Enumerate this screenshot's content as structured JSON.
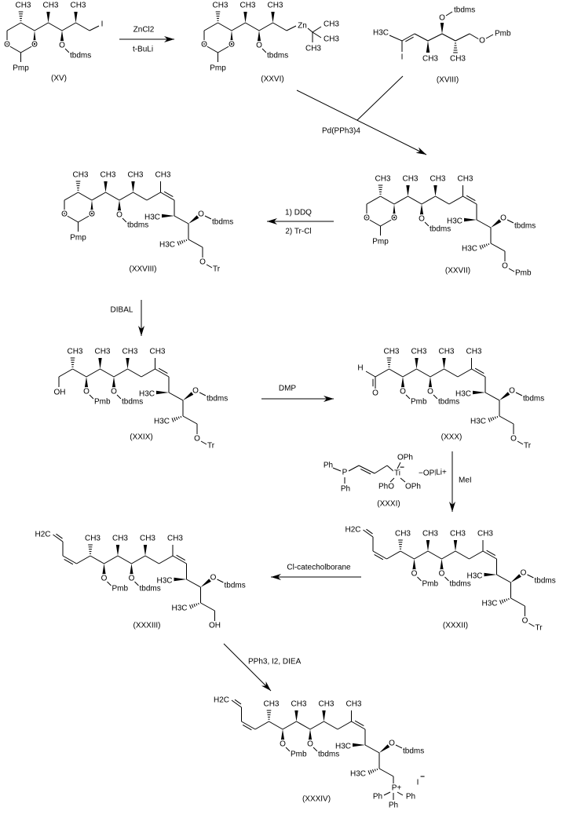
{
  "compounds": {
    "XV": {
      "id": "(XV)",
      "ring": {
        "methyl": "CH3",
        "oxygen": "O",
        "acetal": "Pmp"
      },
      "methyl": "CH3",
      "oxygen": "O",
      "o_subs": [
        "tbdms"
      ],
      "end": "I"
    },
    "XXVI": {
      "id": "(XXVI)",
      "ring": {
        "methyl": "CH3",
        "oxygen": "O",
        "acetal": "Pmp"
      },
      "methyl": "CH3",
      "oxygen": "O",
      "o_subs": [
        "tbdms"
      ],
      "metal": "Zn",
      "tbu_methyl": "CH3"
    },
    "XVIII": {
      "id": "(XVIII)",
      "vinyl_methyl": "H3C",
      "iodide": "I",
      "methyl": "CH3",
      "oxygen": "O",
      "tbs": "tbdms",
      "ether": "Pmb"
    },
    "XXVII": {
      "id": "(XXVII)",
      "ring": {
        "methyl": "CH3",
        "oxygen": "O",
        "acetal": "Pmp"
      },
      "methyl": "CH3",
      "oxygen": "O",
      "o_subs": [
        "tbdms"
      ],
      "side_methyl": "H3C",
      "tbs": "tbdms",
      "tail": [
        "O",
        "Pmb"
      ]
    },
    "XXVIII": {
      "id": "(XXVIII)",
      "ring": {
        "methyl": "CH3",
        "oxygen": "O",
        "acetal": "Pmp"
      },
      "methyl": "CH3",
      "oxygen": "O",
      "o_subs": [
        "tbdms"
      ],
      "side_methyl": "H3C",
      "tbs": "tbdms",
      "tail": [
        "O",
        "Tr"
      ]
    },
    "XXIX": {
      "id": "(XXIX)",
      "head": "OH",
      "methyl": "CH3",
      "oxygen": "O",
      "o_subs": [
        "Pmb",
        "tbdms"
      ],
      "side_methyl": "H3C",
      "tbs": "tbdms",
      "tail": [
        "O",
        "Tr"
      ]
    },
    "XXX": {
      "id": "(XXX)",
      "head_h": "H",
      "head_o": "O",
      "methyl": "CH3",
      "oxygen": "O",
      "o_subs": [
        "Pmb",
        "tbdms"
      ],
      "side_methyl": "H3C",
      "tbs": "tbdms",
      "tail": [
        "O",
        "Tr"
      ]
    },
    "XXXI": {
      "id": "(XXXI)",
      "phosphorus": "P",
      "ph": "Ph",
      "ti": "Ti",
      "charge": "−",
      "oph": "OPh",
      "oph_right": "−OPh",
      "pho": "PhO"
    },
    "XXXII": {
      "id": "(XXXII)",
      "head": "H2C",
      "methyl": "CH3",
      "oxygen": "O",
      "o_subs": [
        "Pmb",
        "tbdms"
      ],
      "side_methyl": "H3C",
      "tbs": "tbdms",
      "tail": [
        "O",
        "Tr"
      ]
    },
    "XXXIII": {
      "id": "(XXXIII)",
      "head": "H2C",
      "methyl": "CH3",
      "oxygen": "O",
      "o_subs": [
        "Pmb",
        "tbdms"
      ],
      "side_methyl": "H3C",
      "tbs": "tbdms",
      "tail": [
        "OH"
      ]
    },
    "XXXIV": {
      "id": "(XXXIV)",
      "head": "H2C",
      "methyl": "CH3",
      "oxygen": "O",
      "o_subs": [
        "Pmb",
        "tbdms"
      ],
      "side_methyl": "H3C",
      "tbs": "tbdms",
      "phosphonium": "P+",
      "ph": "Ph",
      "counterion": "I",
      "counter_charge": "−"
    }
  },
  "reagents": {
    "step1_top": "ZnCl2",
    "step1_bottom": "t-BuLi",
    "coupling": "Pd(PPh3)4",
    "ddq": "1) DDQ",
    "trcl": "2) Tr-Cl",
    "dibal": "DIBAL",
    "dmp": "DMP",
    "li": "Li+",
    "mei": "MeI",
    "borane": "Cl-catecholborane",
    "iodination": "PPh3, I2, DIEA"
  }
}
